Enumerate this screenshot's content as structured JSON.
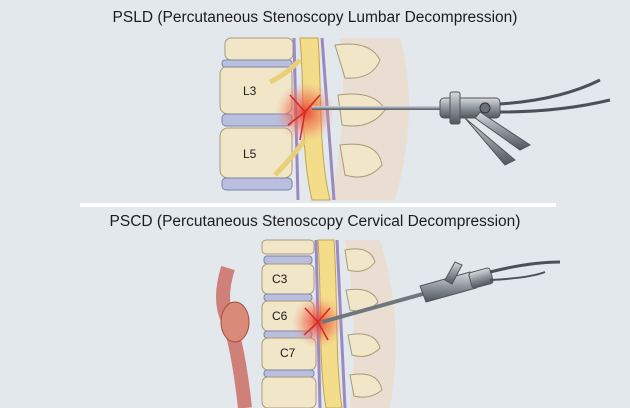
{
  "lumbar": {
    "title": "PSLD (Percutaneous Stenoscopy Lumbar Decompression)",
    "vertebrae": [
      "L3",
      "L5"
    ]
  },
  "cervical": {
    "title": "PSCD (Percutaneous Stenoscopy Cervical Decompression)",
    "vertebrae": [
      "C3",
      "C6",
      "C7"
    ]
  },
  "colors": {
    "background": "#e3e8ed",
    "bone": "#f1e6c8",
    "disc": "#b9bfdc",
    "nerve": "#f3dc8a",
    "inflammation": "#e8322a",
    "instrument": "#8a9098"
  }
}
